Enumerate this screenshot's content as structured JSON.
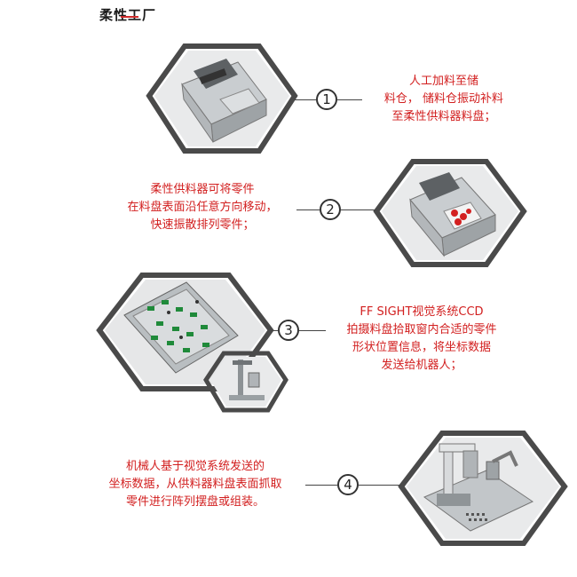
{
  "brand": {
    "logo_text": "柔性工厂"
  },
  "steps": [
    {
      "number": "1",
      "lines": [
        "人工加料至储",
        "料仓， 储料仓振动补料",
        "至柔性供料器料盘；"
      ]
    },
    {
      "number": "2",
      "lines": [
        "柔性供料器可将零件",
        "在料盘表面沿任意方向移动，",
        "快速振散排列零件；"
      ]
    },
    {
      "number": "3",
      "lines": [
        "FF SIGHT视觉系统CCD",
        "拍摄料盘拾取窗内合适的零件",
        "形状位置信息，将坐标数据",
        "发送给机器人；"
      ]
    },
    {
      "number": "4",
      "lines": [
        "机械人基于视觉系统发送的",
        "坐标数据，从供料器料盘表面抓取",
        "零件进行阵列摆盘或组装。"
      ]
    }
  ],
  "colors": {
    "text_red": "#d21f1f",
    "hex_dark": "#4a4a4a",
    "accent": "#cf2b2b"
  }
}
